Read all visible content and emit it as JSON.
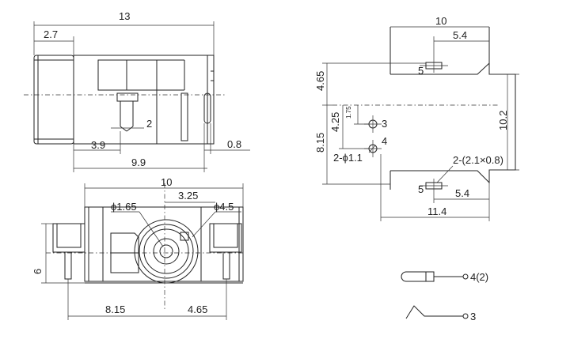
{
  "top_view": {
    "overall_length": "13",
    "tip_length": "2.7",
    "pin_gap": "2",
    "pin_offset": "3.9",
    "pin_thickness": "0.8",
    "body_length": "9.9"
  },
  "front_view": {
    "width": "10",
    "offset_center": "3.25",
    "hole_diameter": "ϕ1.65",
    "outer_diameter": "ϕ4.5",
    "height": "6",
    "left_offset": "8.15",
    "right_offset": "4.65"
  },
  "footprint": {
    "width": "10",
    "pad_offset_top": "5.4",
    "pad_offset_bottom": "5.4",
    "height_top": "4.65",
    "small_gap": "1.75",
    "mid_offset": "4.25",
    "vertical_total": "8.15",
    "right_height": "10.2",
    "hole_label": "2-ϕ1.1",
    "slot_label": "2-(2.1×0.8)",
    "pad_top_num": "5",
    "pad_bottom_num": "5",
    "pin3_num": "3",
    "pin4_num": "4",
    "overall_width": "11.4"
  },
  "schematic": {
    "pin_top": "4(2)",
    "pin_bottom": "3"
  }
}
